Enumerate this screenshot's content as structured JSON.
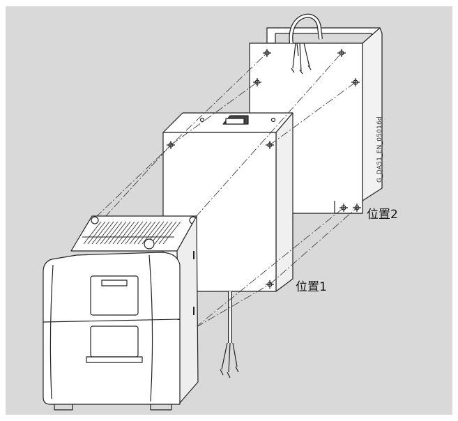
{
  "labels": {
    "position_1": "位置1",
    "position_2": "位置2"
  },
  "drawing_code": "G_DA51_EN_05016d",
  "colors": {
    "panel_background": "#d9d9d9",
    "line": "#222222",
    "fill": "#ffffff"
  }
}
